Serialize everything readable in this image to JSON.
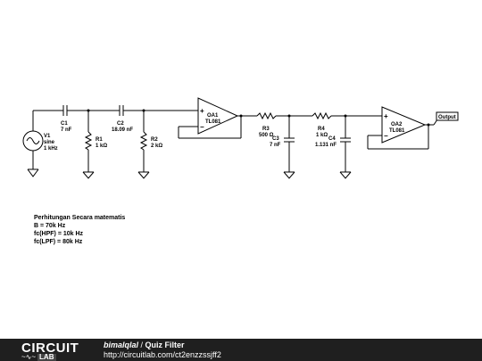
{
  "components": {
    "V1": {
      "name": "V1",
      "type": "sine",
      "value": "1 kHz"
    },
    "C1": {
      "name": "C1",
      "value": "7 nF"
    },
    "C2": {
      "name": "C2",
      "value": "18.09 nF"
    },
    "R1": {
      "name": "R1",
      "value": "1 kΩ"
    },
    "R2": {
      "name": "R2",
      "value": "2 kΩ"
    },
    "OA1": {
      "name": "OA1",
      "model": "TL081"
    },
    "R3": {
      "name": "R3",
      "value": "500 Ω"
    },
    "C3": {
      "name": "C3",
      "value": "7 nF"
    },
    "R4": {
      "name": "R4",
      "value": "1 kΩ"
    },
    "C4": {
      "name": "C4",
      "value": "1.131 nF"
    },
    "OA2": {
      "name": "OA2",
      "model": "TL081"
    }
  },
  "output_label": "Output",
  "opamp_plus": "+",
  "opamp_minus": "−",
  "notes": {
    "title": "Perhitungan Secara matematis",
    "lines": [
      "B = 70k Hz",
      "fc(HPF) = 10k Hz",
      "fc(LPF) = 80k Hz"
    ]
  },
  "footer": {
    "logo_top": "CIRCUIT",
    "logo_bottom": "LAB",
    "logo_wave": "~∿~",
    "user": "bimalqlal",
    "separator": " / ",
    "title": "Quiz Filter",
    "url": "http://circuitlab.com/ct2enzzssjff2"
  }
}
